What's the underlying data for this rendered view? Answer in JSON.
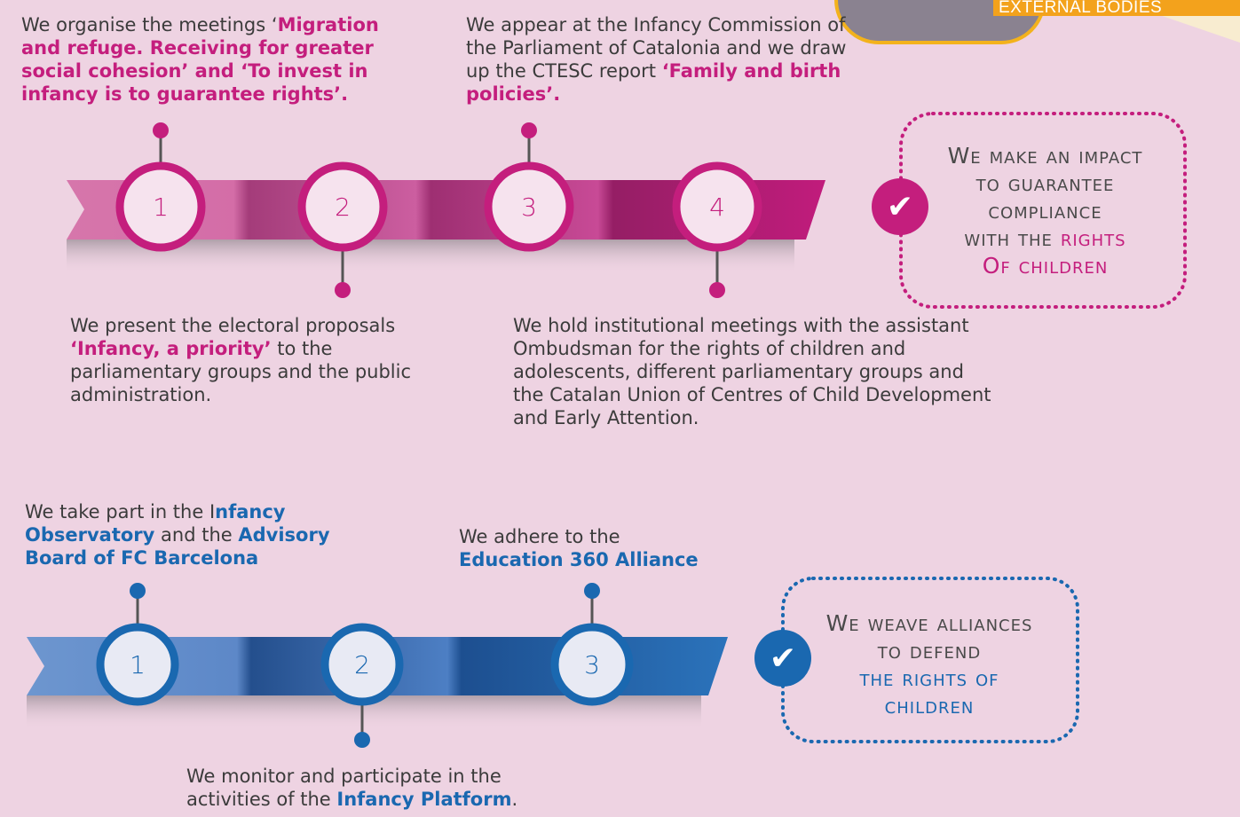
{
  "corner_label": "EXTERNAL BODIES",
  "pink": {
    "step1": {
      "number": "1",
      "pre": "We organise the meetings ‘",
      "bold": "Migration and refuge. Receiving for greater social cohesion’ and ‘To invest in infancy is to guarantee rights’."
    },
    "step2": {
      "number": "2",
      "pre": "We present the electoral proposals ",
      "bold": "‘Infancy, a priority’",
      "post": " to the parliamentary groups and the public administration."
    },
    "step3": {
      "number": "3",
      "pre": "We appear at the Infancy Commission of the Parliament of Catalonia and we draw up the CTESC report ",
      "bold": "‘Family and birth policies’."
    },
    "step4": {
      "number": "4",
      "text": "We hold institutional meetings with the assistant Ombudsman for the rights of children and adolescents, different parliamentary groups and the Catalan Union of Centres of Child Development and Early Attention."
    },
    "summary": {
      "line1": "We make an impact",
      "line2": "to guarantee",
      "line3": "compliance",
      "line4": "with the ",
      "line4_accent": "rights",
      "line5": "Of children"
    }
  },
  "blue": {
    "step1": {
      "number": "1",
      "pre": "We take part in the I",
      "bold1": "nfancy Observatory",
      "mid": " and the ",
      "bold2": "Advisory Board of FC Barcelona"
    },
    "step2": {
      "number": "2",
      "pre": "We monitor and participate in the activities of the ",
      "bold": "Infancy Platform",
      "post": "."
    },
    "step3": {
      "number": "3",
      "pre": "We adhere to the",
      "bold": "Education 360 Alliance"
    },
    "summary": {
      "line1": "We weave alliances",
      "line2": "to defend",
      "line3": "the rights of",
      "line4": "children"
    }
  },
  "colors": {
    "pink": "#c41e7d",
    "blue": "#1a68b0",
    "background": "#eed3e2",
    "badge": "#f3a21c"
  }
}
